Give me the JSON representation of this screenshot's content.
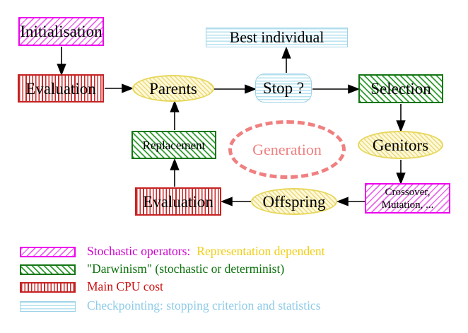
{
  "diagram": {
    "nodes": {
      "initialisation": {
        "label": "Initialisation"
      },
      "evaluation_top": {
        "label": "Evaluation"
      },
      "parents": {
        "label": "Parents"
      },
      "best_individual": {
        "label": "Best individual"
      },
      "stop": {
        "label": "Stop ?"
      },
      "selection": {
        "label": "Selection"
      },
      "replacement": {
        "label": "Replacement"
      },
      "generation": {
        "label": "Generation"
      },
      "genitors": {
        "label": "Genitors"
      },
      "evaluation_bottom": {
        "label": "Evaluation"
      },
      "offspring": {
        "label": "Offspring"
      },
      "crossover_mutation": {
        "line1": "Crossover,",
        "line2": "Mutation, ..."
      }
    },
    "colors": {
      "magenta": "#ee00ee",
      "green": "#157515",
      "red": "#c62222",
      "cyan": "#9ed2e6",
      "yellow": "#e7d75c",
      "generation_text": "#f08080",
      "arrow": "#000000"
    }
  },
  "legend": {
    "items": [
      {
        "swatch_icon": "magenta-diagonal-hatch",
        "text1": "Stochastic operators:",
        "color1": "#cc00cc",
        "text2": "Representation dependent",
        "color2": "#f0ce15"
      },
      {
        "swatch_icon": "green-diagonal-hatch",
        "text1": "\"Darwinism\" (stochastic or determinist)",
        "color1": "#0b700b"
      },
      {
        "swatch_icon": "red-vertical-stripes",
        "text1": "Main CPU cost",
        "color1": "#cc1111"
      },
      {
        "swatch_icon": "cyan-horizontal-stripes",
        "text1": "Checkpointing: stopping criterion and statistics",
        "color1": "#8ecbe8"
      }
    ]
  }
}
